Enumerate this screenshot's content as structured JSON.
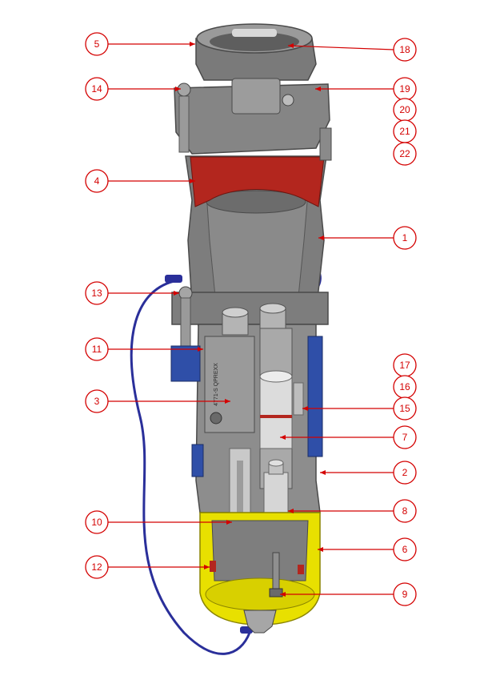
{
  "colors": {
    "callout_red": "#d40000",
    "body_grey": "#7d7d7d",
    "body_dark": "#5a5a5a",
    "body_light": "#a8a8a8",
    "seal_red": "#b3261e",
    "cap_yellow": "#e8e000",
    "cable_blue": "#2a2f9a",
    "part_blue": "#2f4fa8"
  },
  "callouts": [
    {
      "id": "5"
    },
    {
      "id": "18"
    },
    {
      "id": "14"
    },
    {
      "id": "19"
    },
    {
      "id": "20"
    },
    {
      "id": "21"
    },
    {
      "id": "22"
    },
    {
      "id": "4"
    },
    {
      "id": "1"
    },
    {
      "id": "13"
    },
    {
      "id": "11"
    },
    {
      "id": "17"
    },
    {
      "id": "16"
    },
    {
      "id": "3"
    },
    {
      "id": "15"
    },
    {
      "id": "7"
    },
    {
      "id": "2"
    },
    {
      "id": "8"
    },
    {
      "id": "10"
    },
    {
      "id": "6"
    },
    {
      "id": "12"
    },
    {
      "id": "9"
    }
  ],
  "part_engraving": "4771-S QPREXX"
}
